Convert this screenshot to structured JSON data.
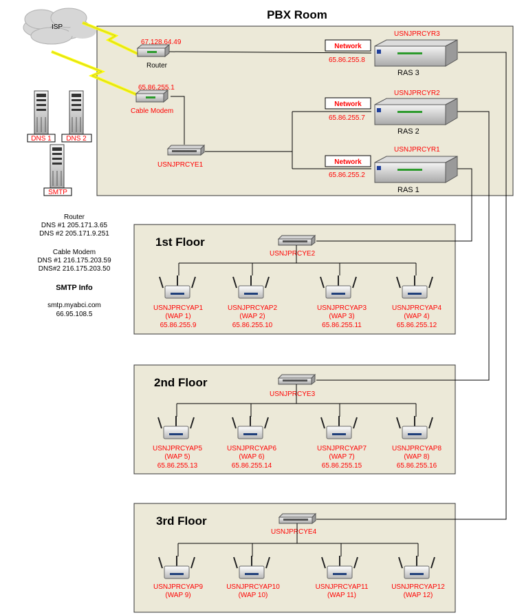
{
  "pbx": {
    "title": "PBX Room",
    "isp": "ISP",
    "router": {
      "ip": "67.128.64.49",
      "label": "Router"
    },
    "modem": {
      "ip": "65.86.255.1",
      "label": "Cable Modem"
    },
    "switch": "USNJPRCYE1",
    "ras": [
      {
        "name": "USNJPRCYR3",
        "label": "RAS 3",
        "network": "Network",
        "ip": "65.86.255.8"
      },
      {
        "name": "USNJPRCYR2",
        "label": "RAS 2",
        "network": "Network",
        "ip": "65.86.255.7"
      },
      {
        "name": "USNJPRCYR1",
        "label": "RAS 1",
        "network": "Network",
        "ip": "65.86.255.2"
      }
    ]
  },
  "servers": {
    "dns1": "DNS 1",
    "dns2": "DNS 2",
    "smtp": "SMTP"
  },
  "info": {
    "router_title": "Router",
    "router_dns1": "DNS #1 205.171.3.65",
    "router_dns2": "DNS #2 205.171.9.251",
    "modem_title": "Cable Modem",
    "modem_dns1": "DNS #1 216.175.203.59",
    "modem_dns2": "DNS#2 216.175.203.50",
    "smtp_title": "SMTP Info",
    "smtp_host": "smtp.myabci.com",
    "smtp_ip": "66.95.108.5"
  },
  "floors": [
    {
      "title": "1st Floor",
      "switch": "USNJPRCYE2",
      "aps": [
        {
          "name": "USNJPRCYAP1",
          "wap": "(WAP 1)",
          "ip": "65.86.255.9"
        },
        {
          "name": "USNJPRCYAP2",
          "wap": "(WAP 2)",
          "ip": "65.86.255.10"
        },
        {
          "name": "USNJPRCYAP3",
          "wap": "(WAP 3)",
          "ip": "65.86.255.11"
        },
        {
          "name": "USNJPRCYAP4",
          "wap": "(WAP 4)",
          "ip": "65.86.255.12"
        }
      ]
    },
    {
      "title": "2nd Floor",
      "switch": "USNJPRCYE3",
      "aps": [
        {
          "name": "USNJPRCYAP5",
          "wap": "(WAP 5)",
          "ip": "65.86.255.13"
        },
        {
          "name": "USNJPRCYAP6",
          "wap": "(WAP 6)",
          "ip": "65.86.255.14"
        },
        {
          "name": "USNJPRCYAP7",
          "wap": "(WAP 7)",
          "ip": "65.86.255.15"
        },
        {
          "name": "USNJPRCYAP8",
          "wap": "(WAP 8)",
          "ip": "65.86.255.16"
        }
      ]
    },
    {
      "title": "3rd Floor",
      "switch": "USNJPRCYE4",
      "aps": [
        {
          "name": "USNJPRCYAP9",
          "wap": "(WAP 9)",
          "ip": ""
        },
        {
          "name": "USNJPRCYAP10",
          "wap": "(WAP 10)",
          "ip": ""
        },
        {
          "name": "USNJPRCYAP11",
          "wap": "(WAP 11)",
          "ip": ""
        },
        {
          "name": "USNJPRCYAP12",
          "wap": "(WAP 12)",
          "ip": ""
        }
      ]
    }
  ],
  "colors": {
    "panel": "#ece9d8",
    "label_red": "#ff0000",
    "lightning": "#ffff00"
  }
}
